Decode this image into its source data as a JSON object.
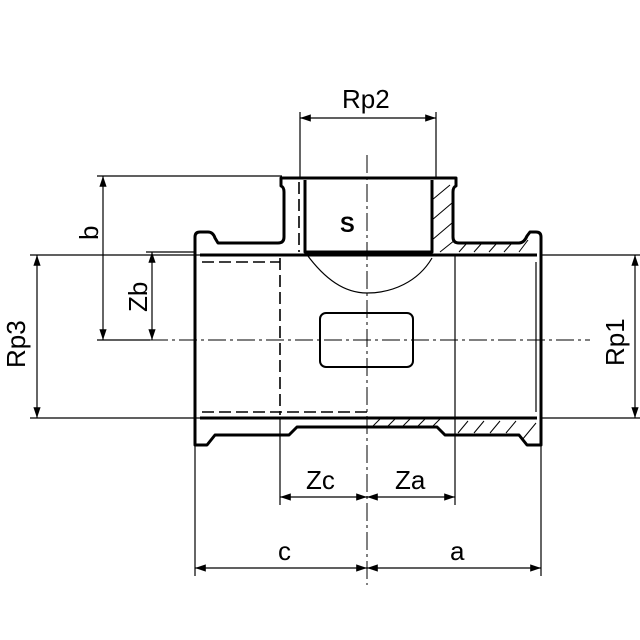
{
  "drawing": {
    "symbol": "S",
    "dimensions": {
      "rp2": "Rp2",
      "rp1": "Rp1",
      "rp3": "Rp3",
      "b": "b",
      "zb": "Zb",
      "zc": "Zc",
      "za": "Za",
      "c": "c",
      "a": "a"
    },
    "line_color": "#000000",
    "background": "#ffffff"
  }
}
